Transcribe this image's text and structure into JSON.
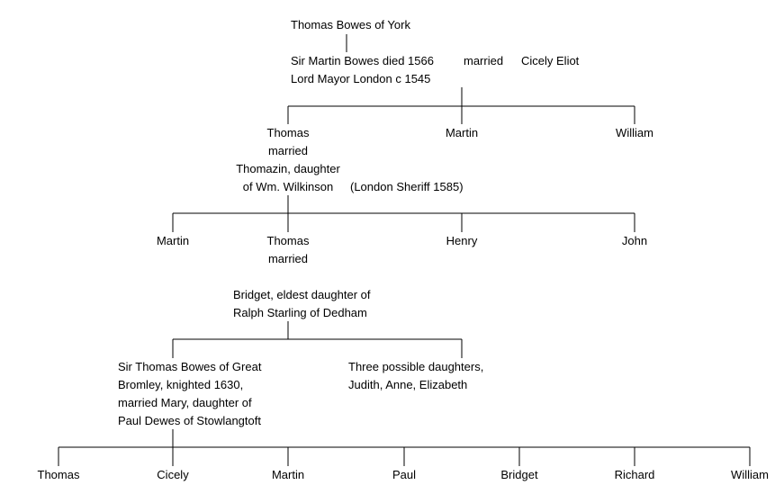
{
  "tree": {
    "gen1": {
      "root": "Thomas Bowes of York",
      "martin_line1": "Sir Martin Bowes died 1566",
      "martin_line2": "Lord Mayor London c 1545",
      "married": "married",
      "spouse": "Cicely Eliot"
    },
    "gen2": {
      "thomas_name": "Thomas",
      "thomas_married": "married",
      "thomas_wife_line1": "Thomazin, daughter",
      "thomas_wife_line2": "of Wm. Wilkinson",
      "thomas_wife_note": "(London Sheriff 1585)",
      "martin": "Martin",
      "william": "William"
    },
    "gen3": {
      "martin": "Martin",
      "thomas_name": "Thomas",
      "thomas_married": "married",
      "henry": "Henry",
      "john": "John",
      "wife_line1": "Bridget, eldest daughter of",
      "wife_line2": "Ralph Starling of Dedham"
    },
    "gen4": {
      "sir_thomas_line1": "Sir Thomas Bowes of Great",
      "sir_thomas_line2": "Bromley, knighted 1630,",
      "sir_thomas_line3": "married Mary, daughter of",
      "sir_thomas_line4": "Paul Dewes of Stowlangtoft",
      "daughters_line1": "Three possible daughters,",
      "daughters_line2": "Judith, Anne, Elizabeth"
    },
    "gen5": [
      "Thomas",
      "Cicely",
      "Martin",
      "Paul",
      "Bridget",
      "Richard",
      "William"
    ]
  }
}
